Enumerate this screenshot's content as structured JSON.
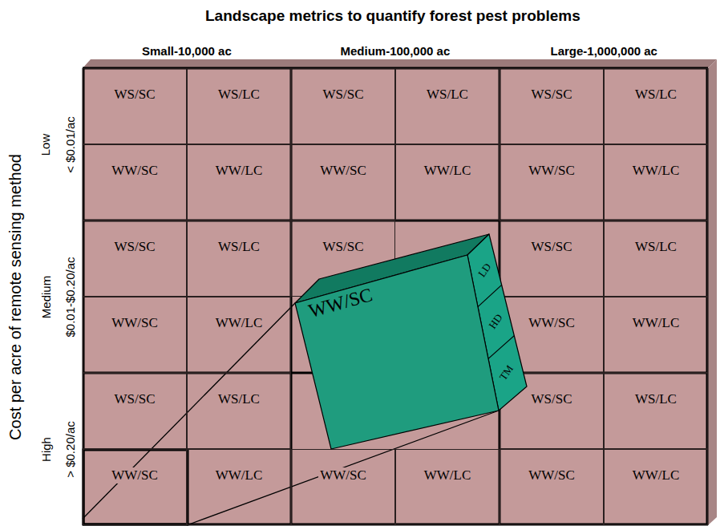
{
  "diagram": {
    "title": "Landscape metrics to quantify forest pest problems",
    "nodes": [
      {
        "text": [
          "WS/SC"
        ]
      },
      {
        "text": [
          "WS/LC"
        ]
      },
      {
        "text": [
          "WS/SC"
        ]
      },
      {
        "text": [
          "WS/LC"
        ]
      },
      {
        "text": [
          "WS/SC"
        ]
      },
      {
        "text": [
          "WS/LC"
        ]
      },
      {
        "text": [
          "WW/SC"
        ]
      },
      {
        "text": [
          "WW/LC"
        ]
      },
      {
        "text": [
          "WW/SC"
        ]
      },
      {
        "text": [
          "WW/LC"
        ]
      },
      {
        "text": [
          "WW/SC"
        ]
      },
      {
        "text": [
          "WW/LC"
        ]
      },
      {
        "text": [
          "WS/SC"
        ]
      },
      {
        "text": [
          "WS/LC"
        ]
      },
      {
        "text": [
          "WS/SC"
        ]
      },
      {
        "text": [
          "WS/SC"
        ]
      },
      {
        "text": [
          "WS/LC"
        ]
      },
      {
        "text": [
          "WW/SC"
        ]
      },
      {
        "text": [
          "WW/LC"
        ]
      },
      {
        "text": [
          "WW/SC"
        ]
      },
      {
        "text": [
          "WW/LC"
        ]
      },
      {
        "text": [
          "WS/SC"
        ]
      },
      {
        "text": [
          "WS/LC"
        ]
      },
      {
        "text": [
          "WS/SC"
        ]
      },
      {
        "text": [
          "WS/LC"
        ]
      },
      {
        "text": [
          "WW/SC"
        ]
      },
      {
        "text": [
          "WW/LC"
        ]
      },
      {
        "text": [
          "WW/SC"
        ]
      },
      {
        "text": [
          "WW/LC"
        ]
      },
      {
        "text": [
          "WW/SC"
        ]
      },
      {
        "text": [
          "WW/LC"
        ]
      },
      {
        "text": [
          "WW/SC"
        ]
      },
      {
        "text": [
          "LD"
        ],
        "in": 31
      },
      {
        "text": [
          "HD"
        ],
        "in": 31
      },
      {
        "text": [
          "TM"
        ],
        "in": 31
      }
    ],
    "edges": [
      {
        "from": 25,
        "to": 31,
        "arrow": "none"
      },
      {
        "from": 25,
        "to": 31,
        "arrow": "none"
      }
    ],
    "labels": [
      "Small-10,000 ac",
      "Medium-100,000 ac",
      "Large-1,000,000 ac",
      "Cost per acre of remote sensing method",
      "Low",
      "< $0.01/ac",
      "Medium",
      "$0.01-$0.20/ac",
      "High",
      "> $0.20/ac"
    ]
  }
}
